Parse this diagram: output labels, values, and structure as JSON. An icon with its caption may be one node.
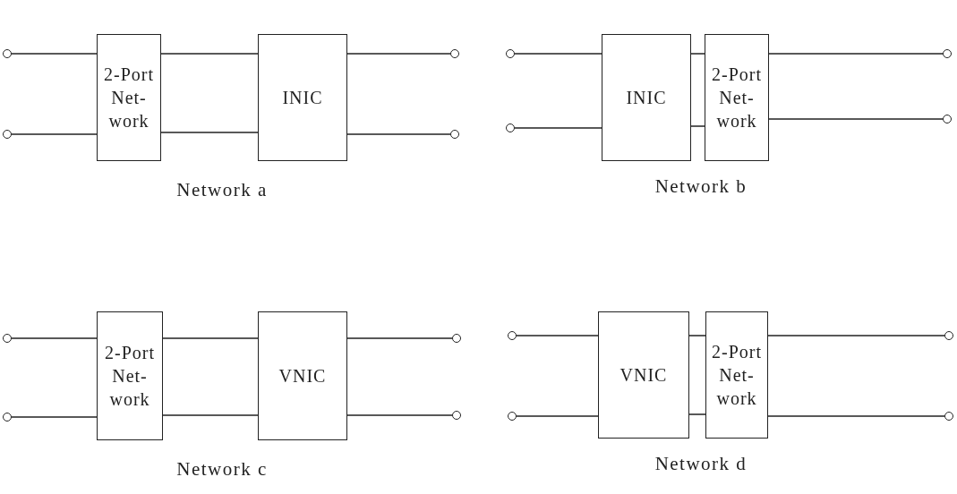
{
  "diagram": {
    "nodes": [
      {
        "text": [],
        "shape": "circle"
      },
      {
        "text": [],
        "shape": "circle"
      },
      {
        "text": [
          "2-Port Net-work"
        ]
      },
      {
        "text": [
          "INIC"
        ]
      },
      {
        "text": [],
        "shape": "circle"
      },
      {
        "text": [],
        "shape": "circle"
      },
      {
        "text": [],
        "shape": "circle"
      },
      {
        "text": [],
        "shape": "circle"
      },
      {
        "text": [
          "INIC"
        ]
      },
      {
        "text": [
          "2-Port Net-work"
        ]
      },
      {
        "text": [],
        "shape": "circle"
      },
      {
        "text": [],
        "shape": "circle"
      },
      {
        "text": [],
        "shape": "circle"
      },
      {
        "text": [],
        "shape": "circle"
      },
      {
        "text": [
          "2-Port Net-work"
        ]
      },
      {
        "text": [
          "VNIC"
        ]
      },
      {
        "text": [],
        "shape": "circle"
      },
      {
        "text": [],
        "shape": "circle"
      },
      {
        "text": [],
        "shape": "circle"
      },
      {
        "text": [],
        "shape": "circle"
      },
      {
        "text": [
          "VNIC"
        ]
      },
      {
        "text": [
          "2-Port Net-work"
        ]
      },
      {
        "text": [],
        "shape": "circle"
      },
      {
        "text": [],
        "shape": "circle"
      }
    ],
    "edges": [
      {
        "from": 0,
        "to": 2,
        "arrow": "none"
      },
      {
        "from": 1,
        "to": 2,
        "arrow": "none"
      },
      {
        "from": 2,
        "to": 3,
        "arrow": "none"
      },
      {
        "from": 2,
        "to": 3,
        "arrow": "none"
      },
      {
        "from": 3,
        "to": 4,
        "arrow": "none"
      },
      {
        "from": 3,
        "to": 5,
        "arrow": "none"
      },
      {
        "from": 6,
        "to": 8,
        "arrow": "none"
      },
      {
        "from": 7,
        "to": 8,
        "arrow": "none"
      },
      {
        "from": 8,
        "to": 9,
        "arrow": "none"
      },
      {
        "from": 8,
        "to": 9,
        "arrow": "none"
      },
      {
        "from": 9,
        "to": 10,
        "arrow": "none"
      },
      {
        "from": 9,
        "to": 11,
        "arrow": "none"
      },
      {
        "from": 12,
        "to": 14,
        "arrow": "none"
      },
      {
        "from": 13,
        "to": 14,
        "arrow": "none"
      },
      {
        "from": 14,
        "to": 15,
        "arrow": "none"
      },
      {
        "from": 14,
        "to": 15,
        "arrow": "none"
      },
      {
        "from": 15,
        "to": 16,
        "arrow": "none"
      },
      {
        "from": 15,
        "to": 17,
        "arrow": "none"
      },
      {
        "from": 18,
        "to": 20,
        "arrow": "none"
      },
      {
        "from": 19,
        "to": 20,
        "arrow": "none"
      },
      {
        "from": 20,
        "to": 21,
        "arrow": "none"
      },
      {
        "from": 20,
        "to": 21,
        "arrow": "none"
      },
      {
        "from": 21,
        "to": 22,
        "arrow": "none"
      },
      {
        "from": 21,
        "to": 23,
        "arrow": "none"
      }
    ],
    "labels": [
      "Network a",
      "Network b",
      "Network c",
      "Network d"
    ]
  }
}
